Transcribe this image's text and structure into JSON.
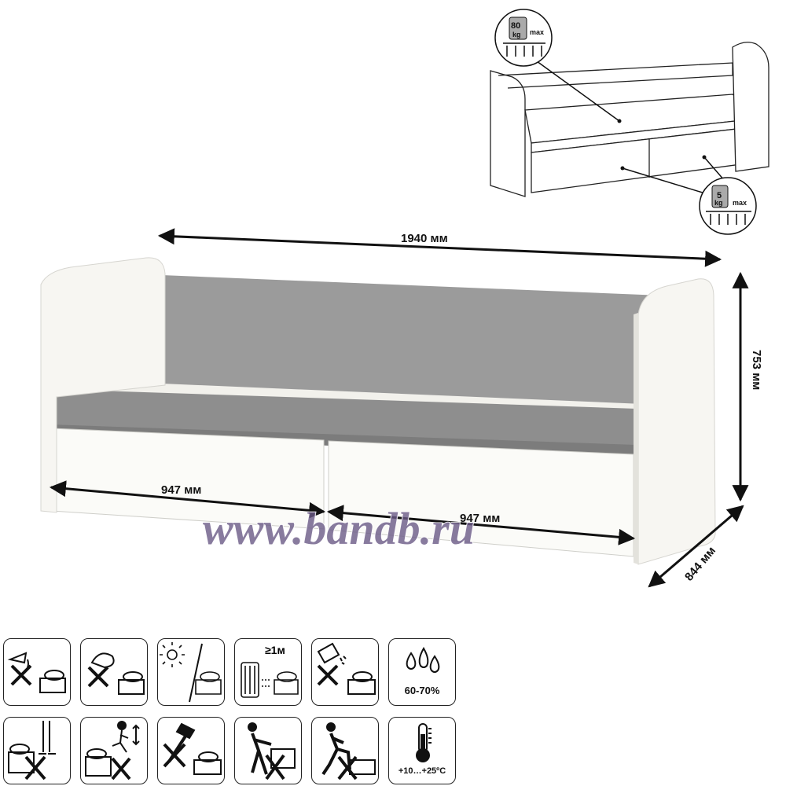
{
  "dimensions": {
    "width": "1940 мм",
    "height": "753 мм",
    "depth": "844 мм",
    "drawer_left": "947 мм",
    "drawer_right": "947 мм"
  },
  "load_limits": {
    "bed": {
      "value": "80",
      "unit": "kg",
      "label": "max"
    },
    "drawer": {
      "value": "5",
      "unit": "kg",
      "label": "max"
    }
  },
  "watermark": "www.bandb.ru",
  "care_icons": {
    "row1": [
      {
        "icon": "no-liquid-spill-icon"
      },
      {
        "icon": "no-chemicals-icon"
      },
      {
        "icon": "no-direct-sunlight-icon"
      },
      {
        "icon": "keep-away-from-heater-icon",
        "label": "≥1м"
      },
      {
        "icon": "no-abrasive-powder-icon"
      },
      {
        "icon": "humidity-icon",
        "label": "60-70%"
      }
    ],
    "row2": [
      {
        "icon": "no-standing-on-bed-icon"
      },
      {
        "icon": "no-jumping-icon"
      },
      {
        "icon": "no-hammering-icon"
      },
      {
        "icon": "no-pushing-icon"
      },
      {
        "icon": "no-sitting-on-edge-icon"
      },
      {
        "icon": "temperature-icon",
        "label": "+10…+25ºC"
      }
    ]
  },
  "colors": {
    "panel_white": "#f6f5f1",
    "accent_grey": "#9a9a9a",
    "line": "#111111"
  }
}
